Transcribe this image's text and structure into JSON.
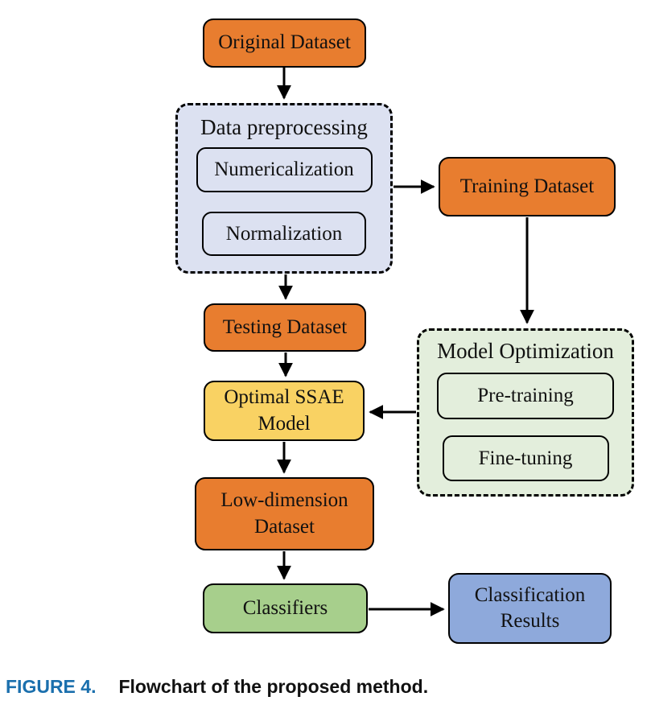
{
  "nodes": {
    "original_dataset": {
      "label": "Original Dataset"
    },
    "data_preprocessing": {
      "label": "Data preprocessing"
    },
    "numericalization": {
      "label": "Numericalization"
    },
    "normalization": {
      "label": "Normalization"
    },
    "training_dataset": {
      "label": "Training Dataset"
    },
    "testing_dataset": {
      "label": "Testing Dataset"
    },
    "model_optimization": {
      "label": "Model Optimization"
    },
    "pre_training": {
      "label": "Pre-training"
    },
    "fine_tuning": {
      "label": "Fine-tuning"
    },
    "optimal_ssae_model": {
      "label": "Optimal SSAE Model"
    },
    "low_dimension_dataset": {
      "label": "Low-dimension Dataset"
    },
    "classifiers": {
      "label": "Classifiers"
    },
    "classification_results": {
      "label": "Classification Results"
    }
  },
  "edges": [
    {
      "from": "original_dataset",
      "to": "data_preprocessing"
    },
    {
      "from": "data_preprocessing",
      "to": "training_dataset"
    },
    {
      "from": "data_preprocessing",
      "to": "testing_dataset"
    },
    {
      "from": "training_dataset",
      "to": "model_optimization"
    },
    {
      "from": "model_optimization",
      "to": "optimal_ssae_model"
    },
    {
      "from": "testing_dataset",
      "to": "optimal_ssae_model"
    },
    {
      "from": "optimal_ssae_model",
      "to": "low_dimension_dataset"
    },
    {
      "from": "low_dimension_dataset",
      "to": "classifiers"
    },
    {
      "from": "classifiers",
      "to": "classification_results"
    }
  ],
  "colors": {
    "orange": "#E87D2F",
    "lavender": "#DCE1F1",
    "pale_green": "#E3EEDC",
    "gold": "#F9D263",
    "green": "#A7CF8C",
    "blue": "#8EA9DB",
    "caption_blue": "#1A6FAD"
  },
  "caption": {
    "figure_label": "FIGURE 4.",
    "text": "Flowchart of the proposed method."
  }
}
